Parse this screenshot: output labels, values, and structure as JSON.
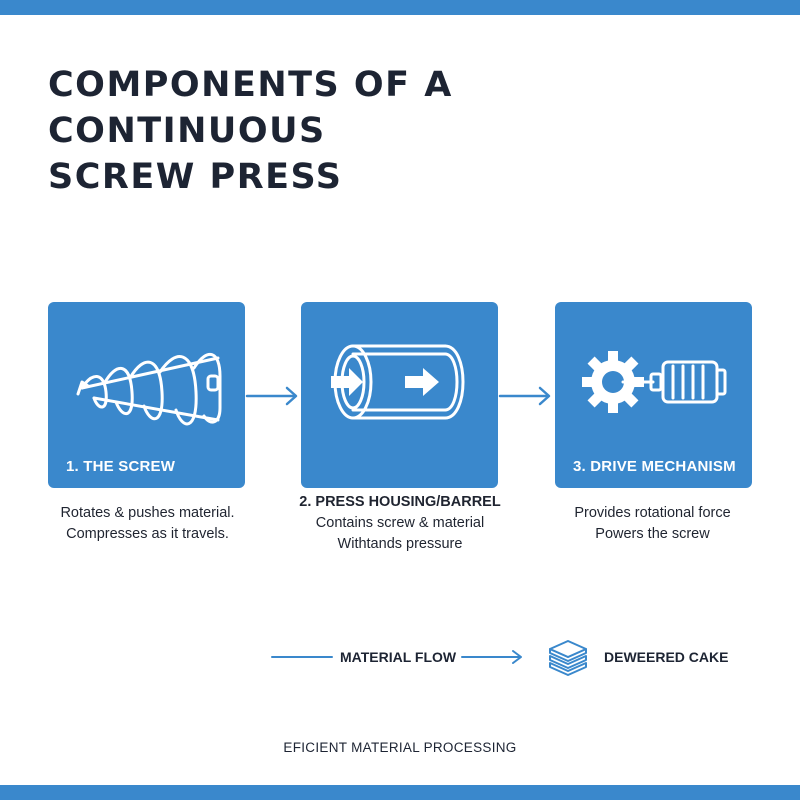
{
  "title": {
    "lines": [
      "COMPONENTS OF A",
      "CONTINUOUS",
      "SCREW PRESS"
    ]
  },
  "colors": {
    "accent": "#3a88cc",
    "text": "#1d2433",
    "white": "#ffffff"
  },
  "components": [
    {
      "label": "1. THE SCREW",
      "icon": "screw-icon",
      "description": [
        "Rotates & pushes material.",
        "Compresses as it travels."
      ]
    },
    {
      "label": "",
      "icon": "barrel-icon",
      "heading": "2. PRESS HOUSING/BARREL",
      "description": [
        "Contains screw & material",
        "Withtands pressure"
      ]
    },
    {
      "label": "3. DRIVE MECHANISM",
      "icon": "gear-motor-icon",
      "description": [
        "Provides rotational force",
        "Powers the screw"
      ]
    }
  ],
  "legend": {
    "flow_label": "MATERIAL FLOW",
    "cake_label": "DEWEERED CAKE",
    "flow_icon": "arrow-right-icon",
    "cake_icon": "stacked-layers-icon"
  },
  "footer": "EFICIENT MATERIAL PROCESSING"
}
